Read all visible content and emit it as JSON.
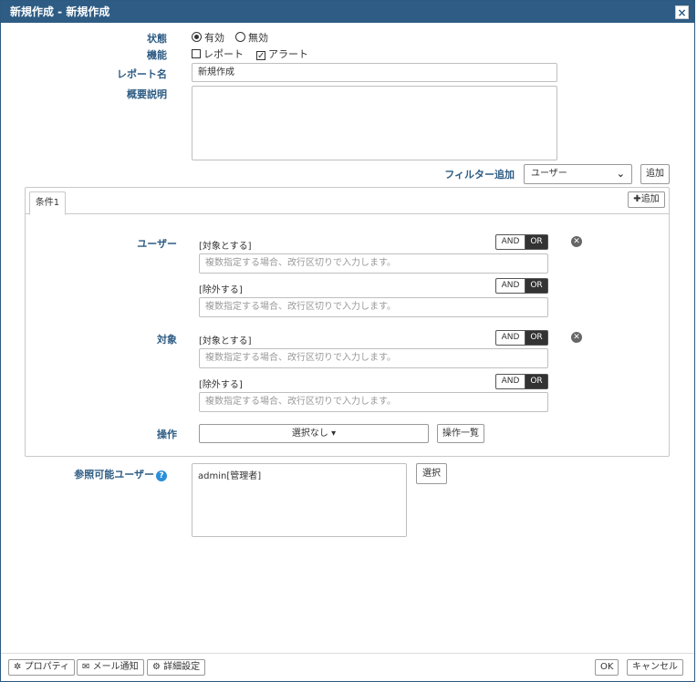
{
  "dialog": {
    "title": "新規作成 - 新規作成",
    "close_glyph": "×"
  },
  "form": {
    "status_label": "状態",
    "status_options": [
      "有効",
      "無効"
    ],
    "status_selected": "有効",
    "function_label": "機能",
    "function_options": [
      {
        "label": "レポート",
        "checked": false
      },
      {
        "label": "アラート",
        "checked": true
      }
    ],
    "report_name_label": "レポート名",
    "report_name_value": "新規作成",
    "description_label": "概要説明",
    "description_value": "",
    "filter_label": "フィルター追加",
    "filter_select_value": "ユーザー",
    "filter_add_button": "追加"
  },
  "condition": {
    "tab_label": "条件1",
    "add_button": "追加",
    "user_label": "ユーザー",
    "target_label": "対象",
    "include_label": "[対象とする]",
    "exclude_label": "[除外する]",
    "placeholder": "複数指定する場合、改行区切りで入力します。",
    "and_label": "AND",
    "or_label": "OR",
    "operation_label": "操作",
    "operation_select": "選択なし",
    "operation_list_button": "操作一覧"
  },
  "viewers": {
    "label": "参照可能ユーザー",
    "help_glyph": "?",
    "value": "admin[管理者]",
    "select_button": "選択"
  },
  "footer": {
    "property_button": "プロパティ",
    "mail_button": "メール通知",
    "detail_button": "詳細設定",
    "ok_button": "OK",
    "cancel_button": "キャンセル"
  },
  "colors": {
    "title_bar": "#2e5c84",
    "label": "#2e5c84",
    "or_active": "#333333",
    "help": "#2a8fd8"
  }
}
